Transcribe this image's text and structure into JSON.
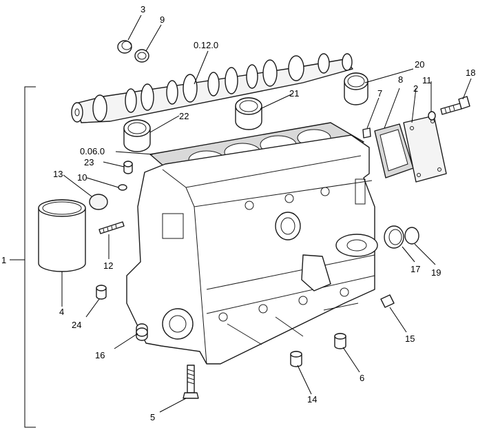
{
  "labels": {
    "l1": "1",
    "l2": "2",
    "l3": "3",
    "l4": "4",
    "l5": "5",
    "l6": "6",
    "l7": "7",
    "l8": "8",
    "l9": "9",
    "l10": "10",
    "l11": "11",
    "l12": "12",
    "l13": "13",
    "l14": "14",
    "l15": "15",
    "l16": "16",
    "l17": "17",
    "l18": "18",
    "l19": "19",
    "l20": "20",
    "l21": "21",
    "l22": "22",
    "l23": "23",
    "l24": "24",
    "camshaft": "0.12.0",
    "head_gasket": "0.06.0"
  }
}
